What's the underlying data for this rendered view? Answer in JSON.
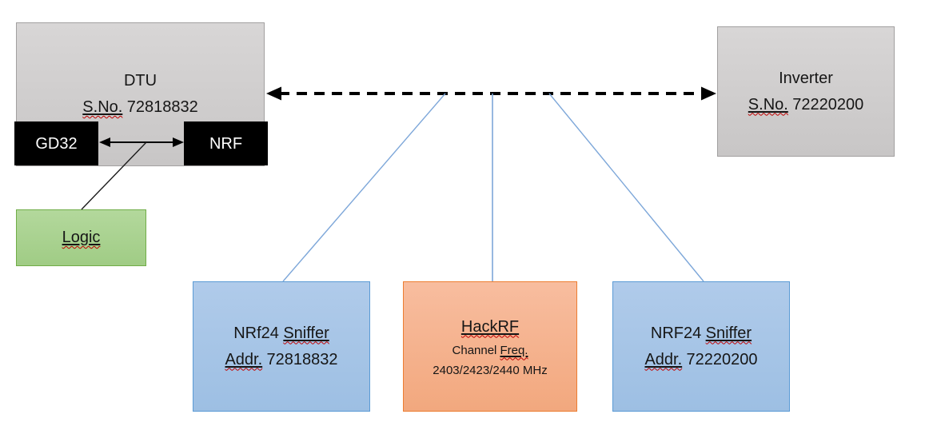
{
  "dtu": {
    "title": "DTU",
    "serial_label": "S.No.",
    "serial_number": "72818832"
  },
  "gd32": {
    "label": "GD32"
  },
  "nrf": {
    "label": "NRF"
  },
  "logic": {
    "label": "Logic"
  },
  "inverter": {
    "title": "Inverter",
    "serial_label": "S.No.",
    "serial_number": "72220200"
  },
  "sniffer_left": {
    "model": "NRf24",
    "device": "Sniffer",
    "addr_label": "Addr.",
    "address": "72818832"
  },
  "hackrf": {
    "title": "HackRF",
    "channel_word": "Channel",
    "freq_word": "Freq.",
    "frequencies": "2403/2423/2440 MHz"
  },
  "sniffer_right": {
    "model": "NRF24",
    "device": "Sniffer",
    "addr_label": "Addr.",
    "address": "72220200"
  },
  "colors": {
    "box_gray": "#cfcdcd",
    "box_blue": "#a6c5e8",
    "box_orange": "#f5b28c",
    "box_green": "#a9d18e",
    "chip_black": "#000000",
    "border_blue": "#5b9bd5",
    "border_orange": "#ed7d31",
    "border_green": "#70ad47",
    "connector_blue": "#7da7d9",
    "arrow_black": "#000000",
    "squiggle_red": "#c00000"
  }
}
